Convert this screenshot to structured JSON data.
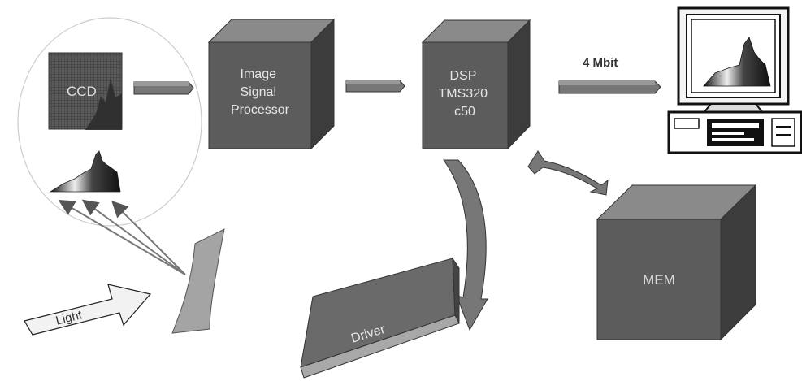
{
  "components": {
    "ccd": {
      "label": "CCD"
    },
    "isp": {
      "lines": [
        "Image",
        "Signal",
        "Processor"
      ]
    },
    "dsp": {
      "lines": [
        "DSP",
        "TMS320",
        "c50"
      ]
    },
    "mem": {
      "label": "MEM"
    },
    "driver": {
      "label": "Driver"
    },
    "light": {
      "label": "Light"
    }
  },
  "links": {
    "dsp_to_pc": {
      "label": "4 Mbit"
    }
  },
  "colors": {
    "box_front": "#5c5c5c",
    "box_top": "#8a8a8a",
    "box_side": "#3c3c3c",
    "arrow": "#6e6e6e",
    "ellipse": "#c8c8c8"
  }
}
